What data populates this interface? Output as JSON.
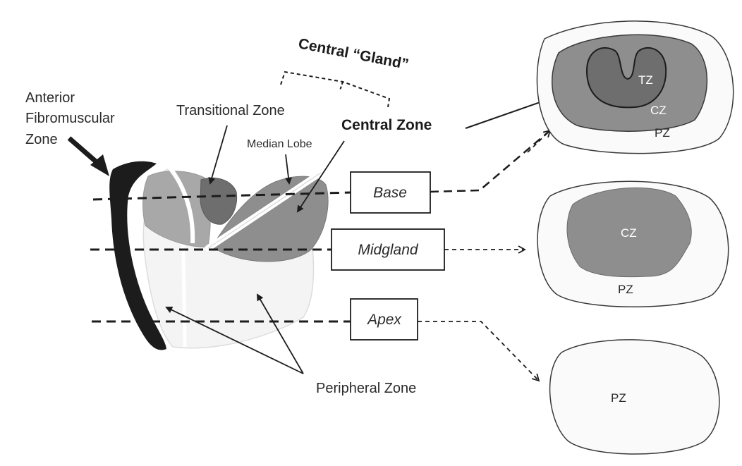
{
  "labels": {
    "anterior_line1": "Anterior",
    "anterior_line2": "Fibromuscular",
    "anterior_line3": "Zone",
    "transitional_zone": "Transitional Zone",
    "median_lobe": "Median Lobe",
    "central_gland": "Central “Gland”",
    "central_zone": "Central Zone",
    "peripheral_zone": "Peripheral Zone"
  },
  "levels": {
    "base": "Base",
    "midgland": "Midgland",
    "apex": "Apex"
  },
  "sections": {
    "base": {
      "tz": "TZ",
      "cz": "CZ",
      "pz": "PZ"
    },
    "midgland": {
      "cz": "CZ",
      "pz": "PZ"
    },
    "apex": {
      "pz": "PZ"
    }
  },
  "colors": {
    "dark_zone": "#7b7b7b",
    "mid_zone": "#9a9a9a",
    "fibromuscular": "#1c1c1c",
    "peripheral_fill": "#f4f4f4"
  }
}
